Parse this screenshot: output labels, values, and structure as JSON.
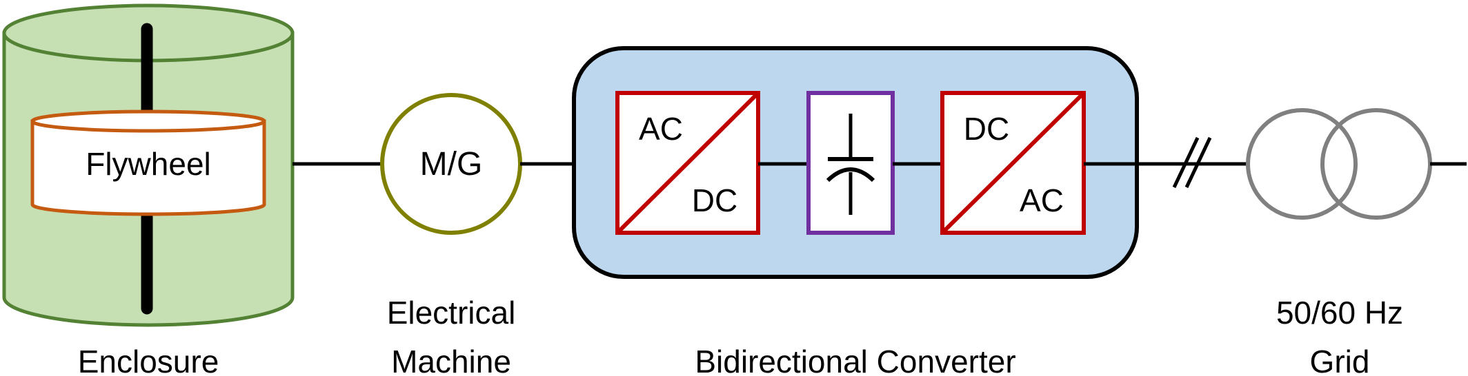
{
  "flywheel": {
    "label": "Flywheel"
  },
  "machine": {
    "label": "M/G"
  },
  "converter": {
    "rectifier": {
      "top": "AC",
      "bottom": "DC"
    },
    "inverter": {
      "top": "DC",
      "bottom": "AC"
    }
  },
  "captions": {
    "enclosure": "Enclosure",
    "machine_line1": "Electrical",
    "machine_line2": "Machine",
    "converter": "Bidirectional Converter",
    "grid_line1": "50/60 Hz",
    "grid_line2": "Grid"
  },
  "colors": {
    "enclosure_fill": "#c6e0b4",
    "enclosure_stroke": "#548235",
    "flywheel_stroke": "#c55a11",
    "machine_stroke": "#808000",
    "converter_fill": "#bdd7ee",
    "converter_block_stroke": "#c00000",
    "capacitor_stroke": "#7030a0",
    "transformer_stroke": "#808080"
  }
}
